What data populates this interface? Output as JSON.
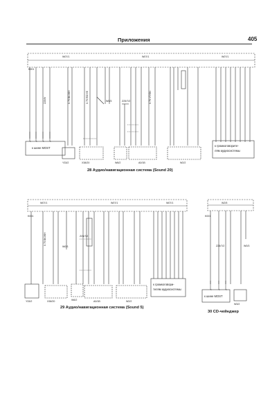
{
  "header": {
    "title": "Приложения",
    "page_number": "405"
  },
  "diagrams": {
    "d28": {
      "caption": "28 Аудио/навигационная система (Sound 20)",
      "bus_labels": [
        "W07/1",
        "W07/1",
        "W07/1"
      ],
      "ground": "K001",
      "left_box": "к шине MOST",
      "right_box": [
        "к громкоговорите-",
        "лям аудиосистемы"
      ],
      "conn_labels": [
        "Y33/2",
        "X38/20",
        "W6/2",
        "A0/1B",
        "W2/2"
      ],
      "wire_labels": [
        "Z25/9/",
        "W0/3",
        "Z25/7/2",
        "0.75 BK/WH",
        "0.75 RD/YE",
        "0.75 VT/GN"
      ]
    },
    "d29": {
      "caption": "29 Аудио/навигационная система (Sound 5)",
      "bus_labels": [
        "W07/1",
        "W07/1",
        "W07/1"
      ],
      "ground": "K001",
      "right_box": [
        "к громкоговори-",
        "телям аудиосистемы"
      ],
      "conn_labels": [
        "Y33/2",
        "X38/20",
        "W6/2",
        "A0/1B",
        "W2/2"
      ],
      "wire_labels": [
        "W0/3",
        "Z25/7/2",
        "0.75 BK/WH"
      ]
    },
    "d30": {
      "caption": "30 CD-чейнджер",
      "bus_labels": [
        "W2/5"
      ],
      "ground": "K001",
      "left_box": "к шине MOST",
      "conn_labels": [
        "W3/2"
      ],
      "wire_labels": [
        "Z25/7/2",
        "W0/3"
      ]
    }
  }
}
